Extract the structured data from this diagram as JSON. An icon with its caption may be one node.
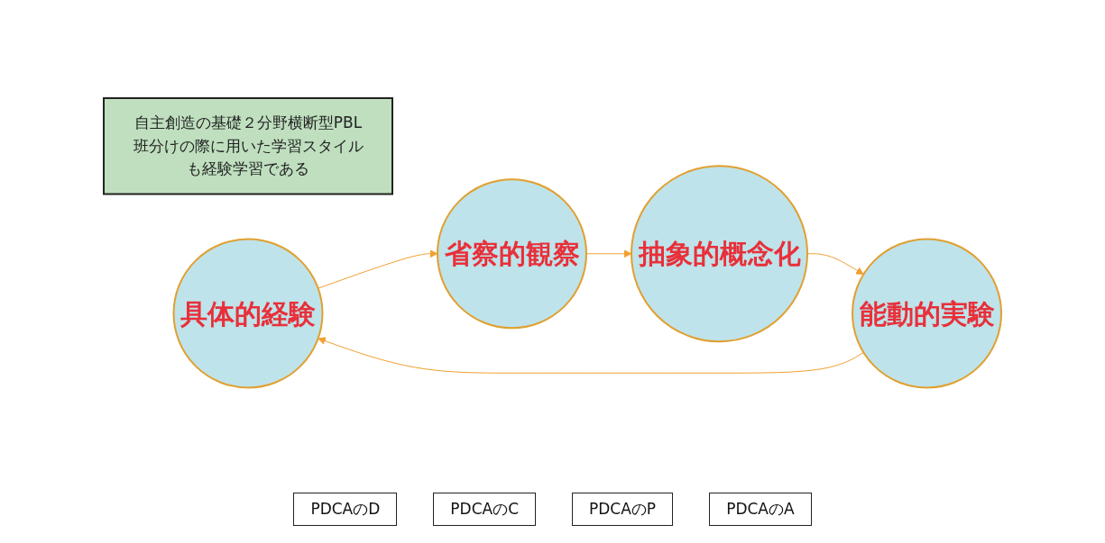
{
  "diagram": {
    "nodes": [
      {
        "text": [
          "自主創造の基礎２分野横断型PBL班分けの際に用いた学習スタイルも経験学習である"
        ]
      },
      {
        "text": [
          "具体的経験"
        ]
      },
      {
        "text": [
          "省察的観察"
        ]
      },
      {
        "text": [
          "抽象的概念化"
        ]
      },
      {
        "text": [
          "能動的実験"
        ]
      }
    ],
    "edges": [
      {
        "from": 1,
        "to": 2,
        "arrow": "to"
      },
      {
        "from": 2,
        "to": 3,
        "arrow": "to"
      },
      {
        "from": 3,
        "to": 4,
        "arrow": "to"
      },
      {
        "from": 4,
        "to": 1,
        "arrow": "to"
      }
    ],
    "labels": [
      "PDCAのD",
      "PDCAのC",
      "PDCAのP",
      "PDCAのA"
    ]
  }
}
